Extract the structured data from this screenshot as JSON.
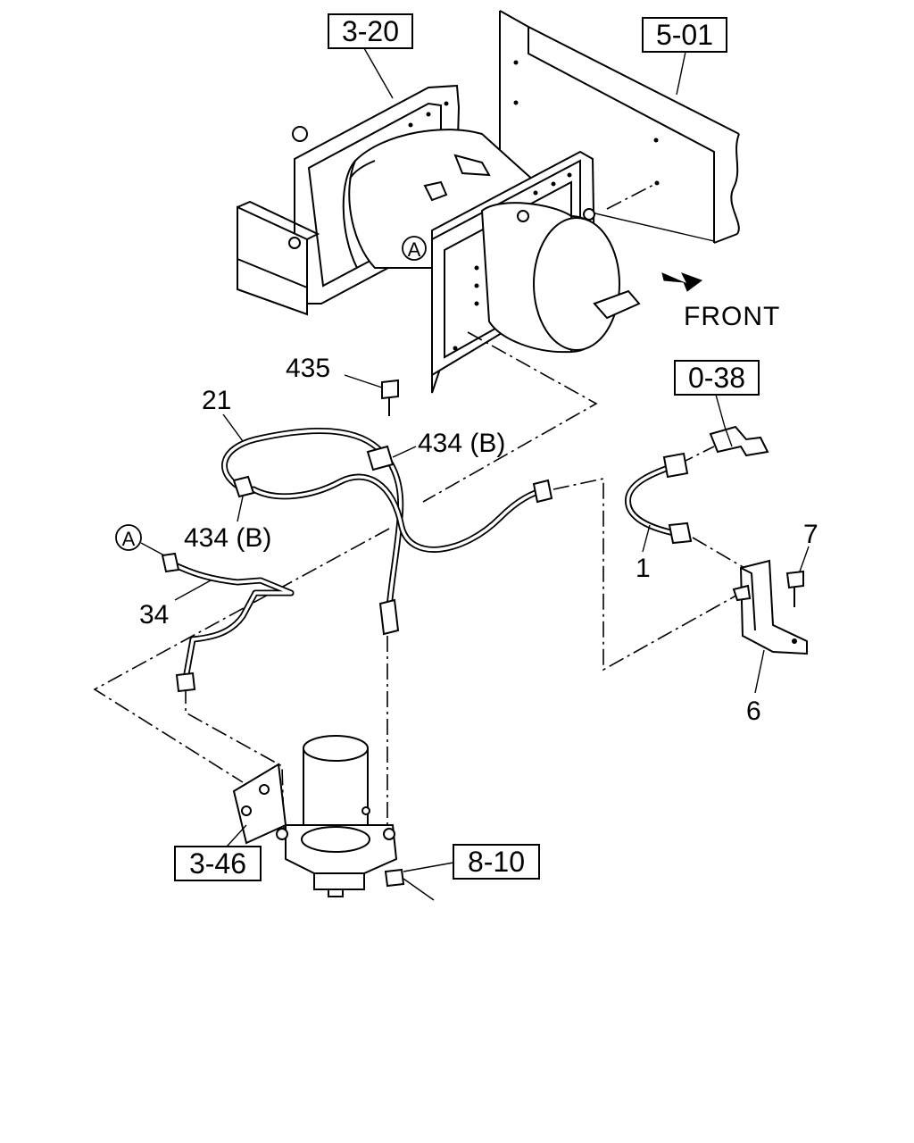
{
  "references": {
    "r_3_20": "3-20",
    "r_5_01": "5-01",
    "r_0_38": "0-38",
    "r_3_46": "3-46",
    "r_8_10": "8-10"
  },
  "labels": {
    "front": "FRONT",
    "p435": "435",
    "p21": "21",
    "p434b_upper": "434 (B)",
    "p434b_lower": "434 (B)",
    "pA_circle": "A",
    "pA_circle_upper": "A",
    "p34": "34",
    "p1": "1",
    "p7": "7",
    "p6": "6"
  }
}
